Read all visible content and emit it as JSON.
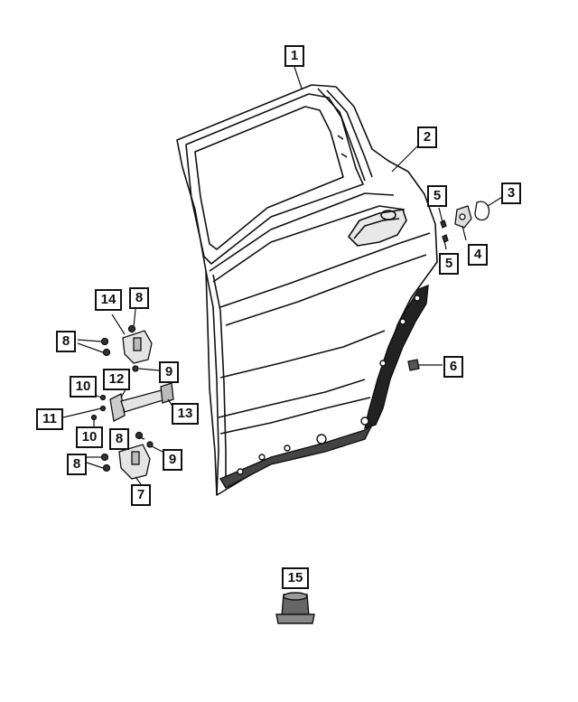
{
  "diagram": {
    "colors": {
      "ink": "#111111",
      "paper": "#ffffff",
      "shade": "#d8d8d8"
    },
    "callouts": [
      {
        "key": "c1",
        "text": "1"
      },
      {
        "key": "c2",
        "text": "2"
      },
      {
        "key": "c3",
        "text": "3"
      },
      {
        "key": "c4",
        "text": "4"
      },
      {
        "key": "c5a",
        "text": "5"
      },
      {
        "key": "c5b",
        "text": "5"
      },
      {
        "key": "c6",
        "text": "6"
      },
      {
        "key": "c7",
        "text": "7"
      },
      {
        "key": "c8a",
        "text": "8"
      },
      {
        "key": "c8b",
        "text": "8"
      },
      {
        "key": "c8c",
        "text": "8"
      },
      {
        "key": "c8d",
        "text": "8"
      },
      {
        "key": "c9a",
        "text": "9"
      },
      {
        "key": "c9b",
        "text": "9"
      },
      {
        "key": "c10a",
        "text": "10"
      },
      {
        "key": "c10b",
        "text": "10"
      },
      {
        "key": "c11",
        "text": "11"
      },
      {
        "key": "c12",
        "text": "12"
      },
      {
        "key": "c13",
        "text": "13"
      },
      {
        "key": "c14",
        "text": "14"
      },
      {
        "key": "c15",
        "text": "15"
      }
    ]
  }
}
